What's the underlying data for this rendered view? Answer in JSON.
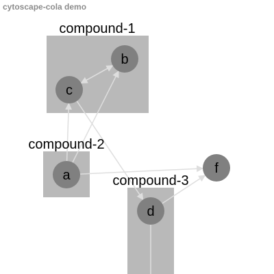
{
  "header": {
    "title": "cytoscape-cola demo"
  },
  "colors": {
    "compound_fill": "#b9b9b9",
    "node_fill": "#808080",
    "edge": "#dedede",
    "label": "#000000",
    "title": "#8c8c8c"
  },
  "graph": {
    "compounds": [
      {
        "id": "compound-1",
        "label": "compound-1"
      },
      {
        "id": "compound-2",
        "label": "compound-2"
      },
      {
        "id": "compound-3",
        "label": "compound-3"
      }
    ],
    "nodes": [
      {
        "id": "a",
        "label": "a",
        "parent": "compound-2"
      },
      {
        "id": "b",
        "label": "b",
        "parent": "compound-1"
      },
      {
        "id": "c",
        "label": "c",
        "parent": "compound-1"
      },
      {
        "id": "d",
        "label": "d",
        "parent": "compound-3"
      },
      {
        "id": "f",
        "label": "f",
        "parent": ""
      }
    ],
    "edges": [
      {
        "source": "b",
        "target": "c"
      },
      {
        "source": "c",
        "target": "b"
      },
      {
        "source": "a",
        "target": "c"
      },
      {
        "source": "a",
        "target": "b"
      },
      {
        "source": "a",
        "target": "f"
      },
      {
        "source": "c",
        "target": "d"
      },
      {
        "source": "d",
        "target": "f"
      },
      {
        "source": "d",
        "target": ""
      }
    ]
  }
}
